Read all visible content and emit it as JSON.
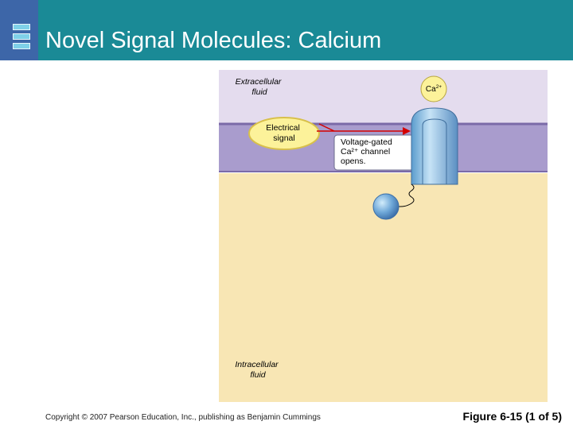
{
  "slide": {
    "title": "Novel Signal Molecules: Calcium",
    "copyright": "Copyright © 2007 Pearson Education, Inc., publishing as Benjamin Cummings",
    "figure_ref": "Figure 6-15 (1 of 5)"
  },
  "diagram": {
    "extracellular_label": [
      "Extracellular",
      "fluid"
    ],
    "intracellular_label": [
      "Intracellular",
      "fluid"
    ],
    "electrical_signal_label": [
      "Electrical",
      "signal"
    ],
    "channel_label": [
      "Voltage-gated",
      "Ca²⁺ channel",
      "opens."
    ],
    "ion": {
      "base": "Ca",
      "charge": "2+"
    },
    "colors": {
      "extracellular": "#e4dcee",
      "membrane": "#a99ccd",
      "intracellular": "#f8e6b4",
      "signal_bubble": "#fcf29a",
      "channel": "#8fc6e8",
      "arrow": "#d40000"
    }
  }
}
